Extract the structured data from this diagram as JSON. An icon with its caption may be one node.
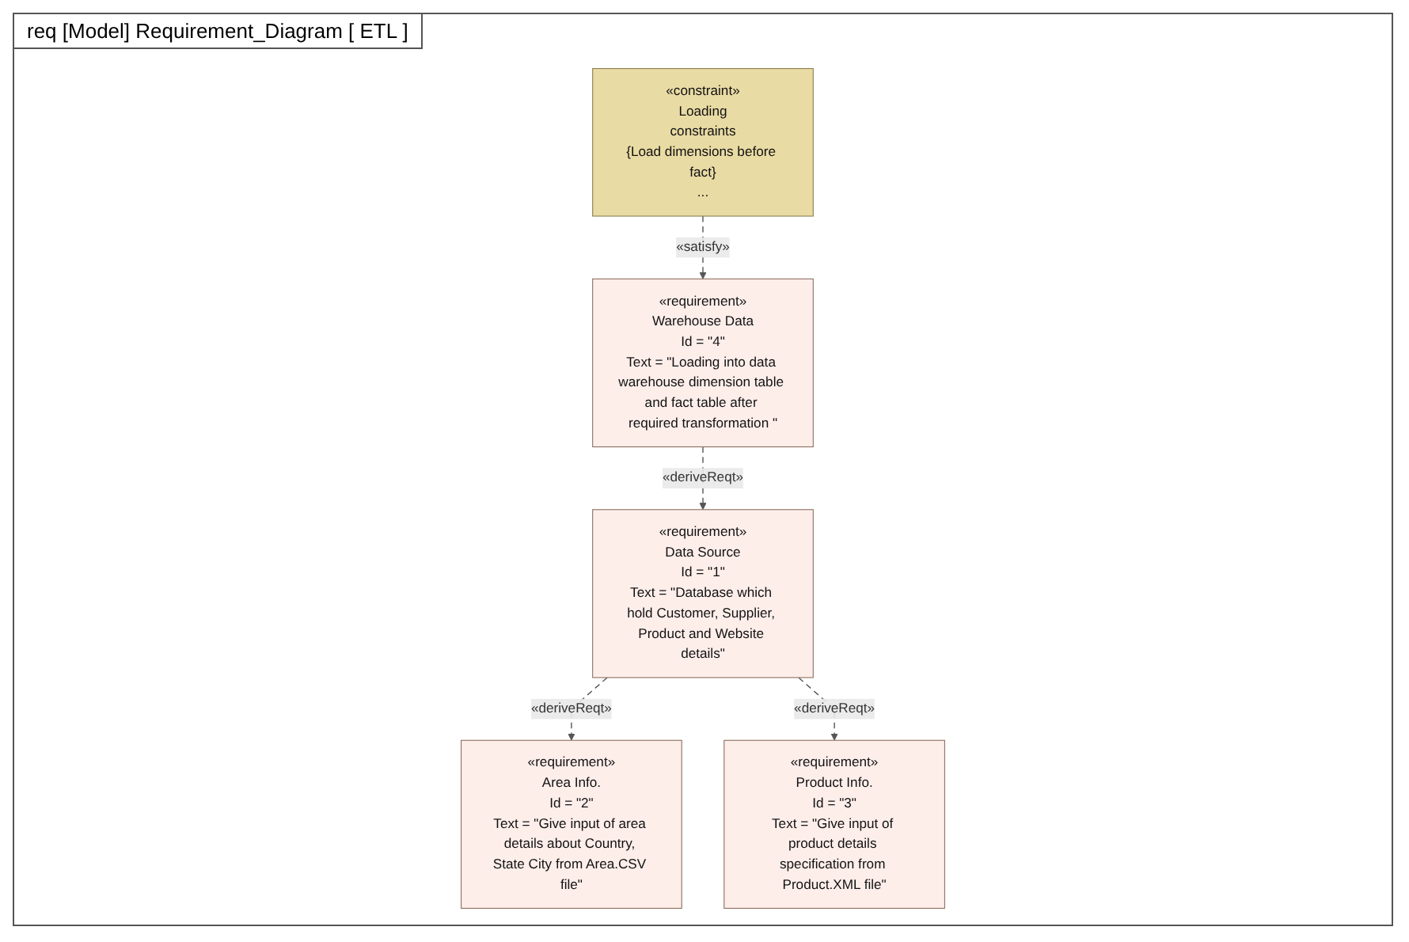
{
  "diagram": {
    "title": "req [Model] Requirement_Diagram [ ETL ]",
    "nodes": [
      {
        "text": [
          "«requirement»",
          "Data Source",
          "Id = \"1\"",
          "Text = \"Database which hold Customer, Supplier, Product and Website details\""
        ]
      },
      {
        "text": [
          "«requirement»",
          "Warehouse Data",
          "Id = \"4\"",
          "Text = \"Loading into data warehouse dimension table and fact table after required transformation \""
        ]
      },
      {
        "text": [
          "«requirement»",
          "Area Info.",
          "Id = \"2\"",
          "Text = \"Give input of area details about Country, State City from Area.CSV file\""
        ]
      },
      {
        "text": [
          "«requirement»",
          "Product Info.",
          "Id = \"3\"",
          "Text = \"Give input of product details specification from Product.XML file\""
        ]
      },
      {
        "text": [
          "«constraint»",
          "Loading",
          "constraints",
          "{Load dimensions before fact}",
          "..."
        ]
      }
    ],
    "edges": [
      {
        "from": 1,
        "to": 0,
        "arrow": "to",
        "label": "«deriveReqt»",
        "style": "dashed"
      },
      {
        "from": 0,
        "to": 2,
        "arrow": "to",
        "label": "«deriveReqt»",
        "style": "dashed"
      },
      {
        "from": 0,
        "to": 3,
        "arrow": "to",
        "label": "«deriveReqt»",
        "style": "dashed"
      },
      {
        "from": 4,
        "to": 1,
        "arrow": "to",
        "label": "«satisfy»",
        "style": "dashed"
      }
    ]
  }
}
